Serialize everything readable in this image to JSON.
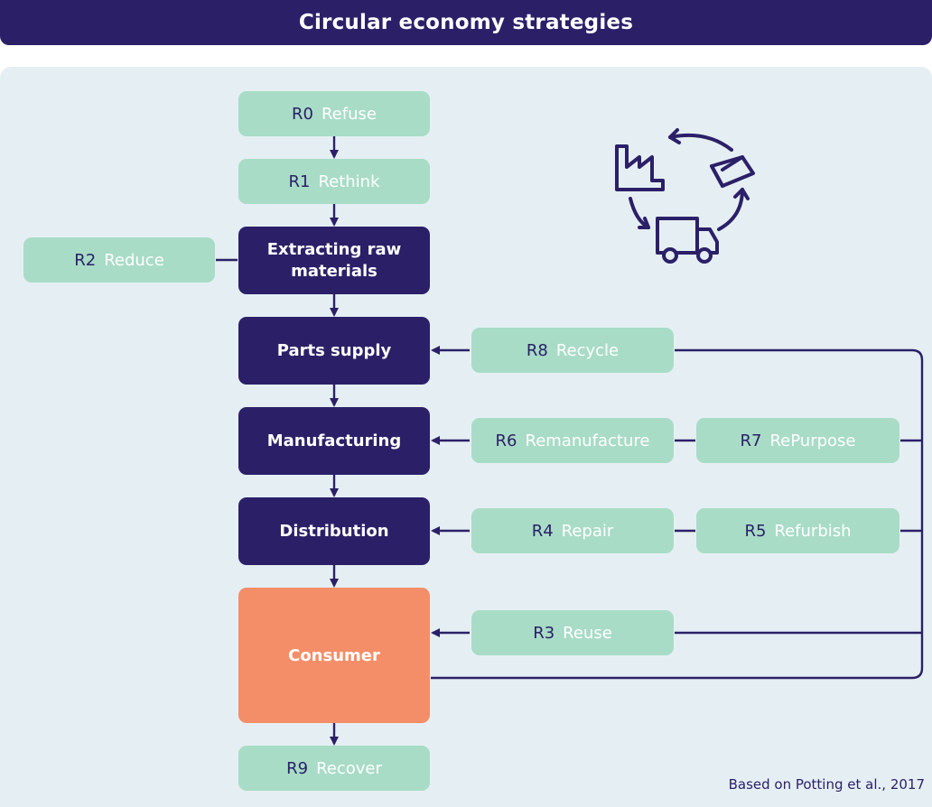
{
  "title": "Circular economy strategies",
  "stages": {
    "extracting": "Extracting raw materials",
    "parts": "Parts supply",
    "manufacturing": "Manufacturing",
    "distribution": "Distribution",
    "consumer": "Consumer"
  },
  "strategies": {
    "r0": {
      "code": "R0",
      "label": "Refuse"
    },
    "r1": {
      "code": "R1",
      "label": "Rethink"
    },
    "r2": {
      "code": "R2",
      "label": "Reduce"
    },
    "r3": {
      "code": "R3",
      "label": "Reuse"
    },
    "r4": {
      "code": "R4",
      "label": "Repair"
    },
    "r5": {
      "code": "R5",
      "label": "Refurbish"
    },
    "r6": {
      "code": "R6",
      "label": "Remanufacture"
    },
    "r7": {
      "code": "R7",
      "label": "RePurpose"
    },
    "r8": {
      "code": "R8",
      "label": "Recycle"
    },
    "r9": {
      "code": "R9",
      "label": "Recover"
    }
  },
  "source": "Based on Potting et al., 2017",
  "icon": "circular-supply-chain-icon",
  "colors": {
    "navy": "#2b2068",
    "mint": "#a8dcc6",
    "orange": "#f48e68",
    "panel": "#e5eff3"
  }
}
